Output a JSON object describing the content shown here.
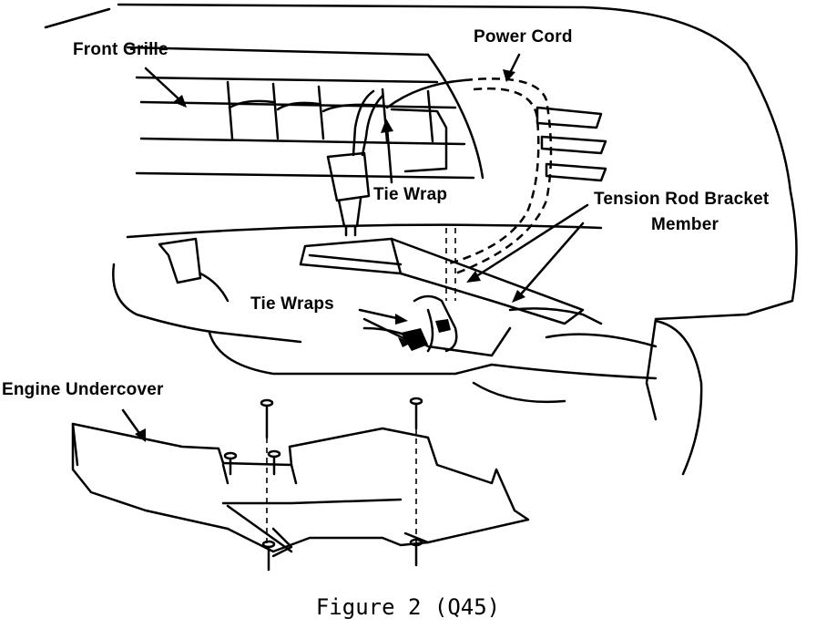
{
  "labels": {
    "front_grille": "Front Grille",
    "power_cord": "Power  Cord",
    "tie_wrap": "Tie Wrap",
    "tension_rod_line1": "Tension Rod Bracket",
    "tension_rod_line2": "Member",
    "tie_wraps": "Tie Wraps",
    "engine_undercover": "Engine Undercover"
  },
  "caption": "Figure 2 (Q45)"
}
